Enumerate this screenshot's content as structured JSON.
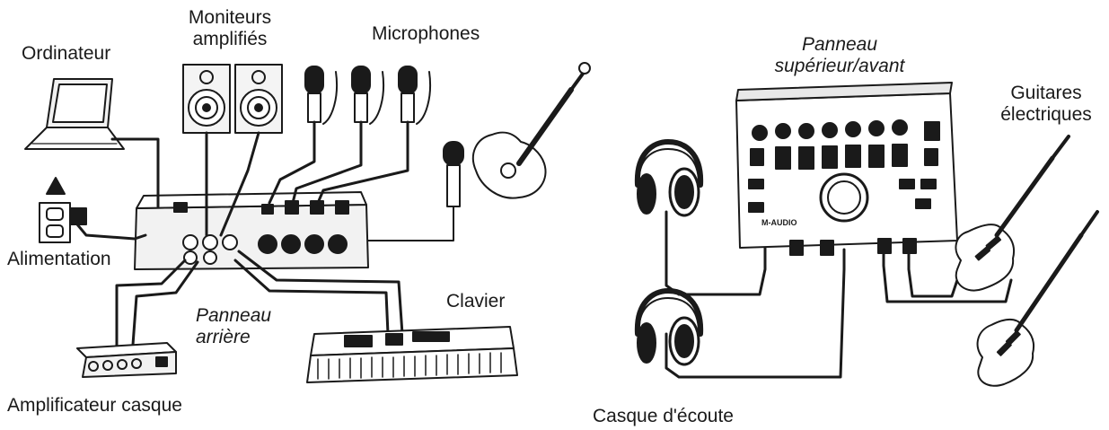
{
  "labels": {
    "ordinateur": "Ordinateur",
    "moniteurs_line1": "Moniteurs",
    "moniteurs_line2": "amplifiés",
    "microphones": "Microphones",
    "alimentation": "Alimentation",
    "panneau_arriere_line1": "Panneau",
    "panneau_arriere_line2": "arrière",
    "clavier": "Clavier",
    "amplificateur_casque": "Amplificateur casque",
    "panneau_sup_line1": "Panneau",
    "panneau_sup_line2": "supérieur/avant",
    "guitares_line1": "Guitares",
    "guitares_line2": "électriques",
    "casque_ecoute": "Casque d'écoute"
  },
  "device": {
    "brand_text": "M-AUDIO"
  }
}
